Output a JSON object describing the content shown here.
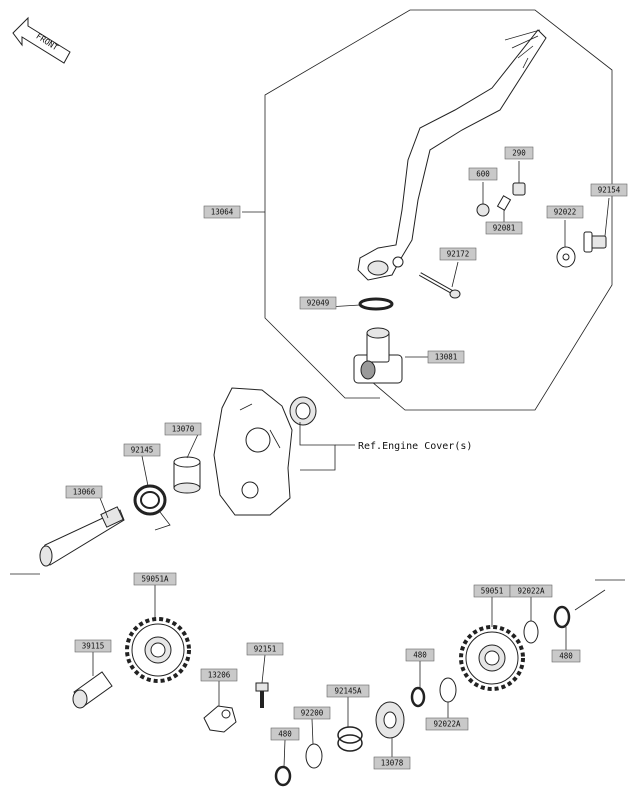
{
  "orientation": {
    "label": "FRONT"
  },
  "reference_note": "Ref.Engine Cover(s)",
  "parts": {
    "p13064": "13064",
    "p600": "600",
    "p290": "290",
    "p92081": "92081",
    "p92154": "92154",
    "p92022": "92022",
    "p92172": "92172",
    "p92049": "92049",
    "p13081": "13081",
    "p13070": "13070",
    "p92145": "92145",
    "p13066": "13066",
    "p59051A": "59051A",
    "p39115": "39115",
    "p92151": "92151",
    "p13206": "13206",
    "p92200": "92200",
    "p480a": "480",
    "p92145A": "92145A",
    "p480b": "480",
    "p92022A_lower": "92022A",
    "p13078": "13078",
    "p59051": "59051",
    "p92022A_upper": "92022A",
    "p480c": "480"
  }
}
